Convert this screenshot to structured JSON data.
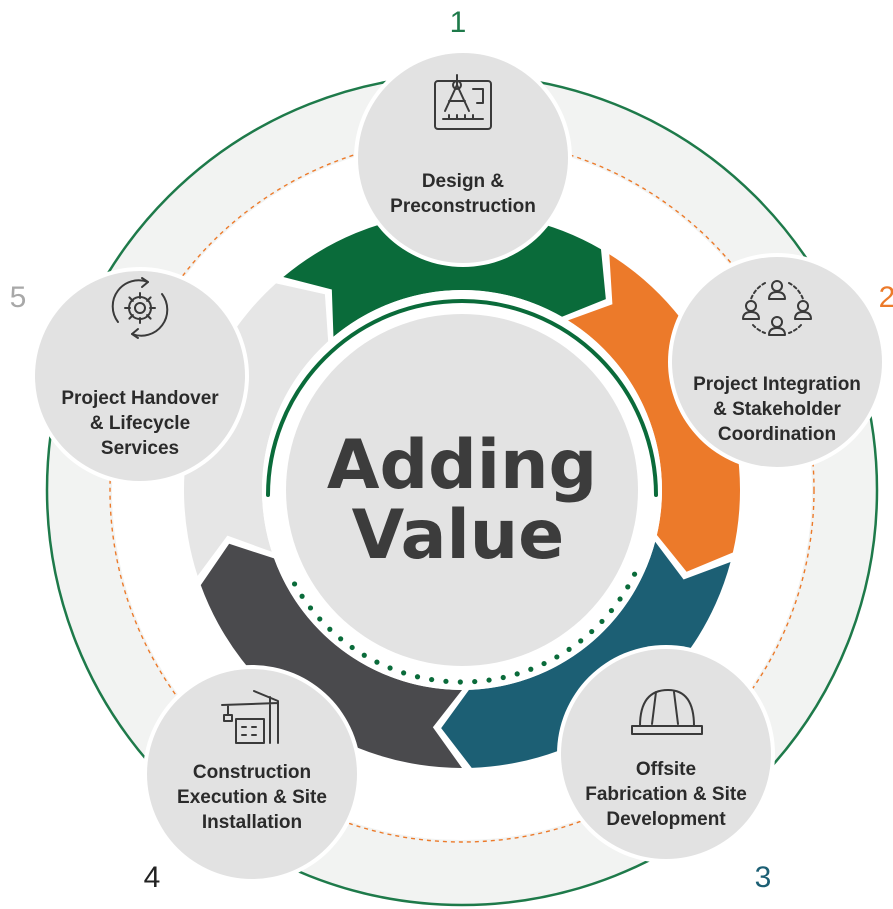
{
  "center": {
    "line1": "Adding",
    "line2": "Value"
  },
  "colors": {
    "green": "#0a6b3a",
    "orange": "#ec7a2a",
    "teal": "#1c5f74",
    "charcoal": "#4a4a4d",
    "lightgray": "#e6e6e6",
    "node_gray": "#e2e2e2",
    "ring_bg": "#f1f2f1",
    "number_green": "#1e7a4a",
    "number_orange": "#ec7a2a",
    "number_teal": "#1c5f74",
    "number_black": "#222222",
    "number_gray": "#a8a8a8"
  },
  "stages": [
    {
      "number": "1",
      "lines": [
        "Design &",
        "Preconstruction"
      ],
      "icon": "drafting-compass-icon"
    },
    {
      "number": "2",
      "lines": [
        "Project Integration",
        "& Stakeholder",
        "Coordination"
      ],
      "icon": "stakeholder-network-icon"
    },
    {
      "number": "3",
      "lines": [
        "Offsite",
        "Fabrication & Site",
        "Development"
      ],
      "icon": "hard-hat-icon"
    },
    {
      "number": "4",
      "lines": [
        "Construction",
        "Execution & Site",
        "Installation"
      ],
      "icon": "crane-building-icon"
    },
    {
      "number": "5",
      "lines": [
        "Project Handover",
        "& Lifecycle",
        "Services"
      ],
      "icon": "cycle-gear-icon"
    }
  ]
}
